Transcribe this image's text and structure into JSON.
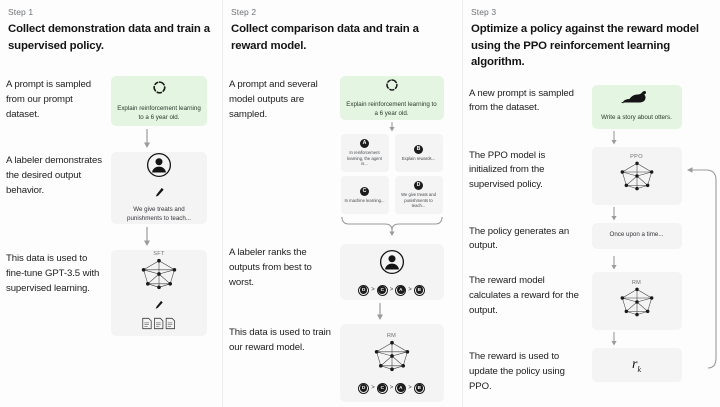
{
  "diagram": {
    "title": "Three-step RLHF training process",
    "accent_green": "#e4f5e2",
    "card_gray": "#f4f4f4",
    "text_color": "#1d1d1f"
  },
  "steps": [
    {
      "label": "Step 1",
      "title": "Collect demonstration data and train a supervised policy.",
      "rows": [
        {
          "caption": "A prompt is sampled from our prompt dataset.",
          "art": {
            "kind": "prompt-box",
            "icon": "dashed-circle-icon",
            "text": "Explain reinforcement learning to a 6 year old."
          }
        },
        {
          "caption": "A labeler demonstrates the desired output behavior.",
          "art": {
            "kind": "labeler-box",
            "icon": "person-circle-icon",
            "sub_icon": "pencil-icon",
            "text": "We give treats and punishments to teach..."
          }
        },
        {
          "caption": "This data is used to fine-tune GPT-3.5 with supervised learning.",
          "art": {
            "kind": "model-box",
            "model_label": "SFT",
            "icon": "neural-network-icon",
            "sub_icon": "pencil-icon",
            "docs_icon": "documents-icon"
          }
        }
      ]
    },
    {
      "label": "Step 2",
      "title": "Collect comparison data and train a reward model.",
      "rows": [
        {
          "caption": "A prompt and several model outputs are sampled.",
          "art": {
            "kind": "prompt-box",
            "icon": "dashed-circle-icon",
            "text": "Explain reinforcement learning to a 6 year old.",
            "outputs": [
              {
                "badge": "A",
                "text": "In reinforcement learning, the agent is..."
              },
              {
                "badge": "B",
                "text": "Explain rewards..."
              },
              {
                "badge": "C",
                "text": "In machine learning..."
              },
              {
                "badge": "D",
                "text": "We give treats and punishments to teach..."
              }
            ]
          }
        },
        {
          "caption": "A labeler ranks the outputs from best to worst.",
          "art": {
            "kind": "ranking-box",
            "icon": "person-circle-icon",
            "ranking": [
              "D",
              "C",
              "A",
              "B"
            ],
            "separator": ">"
          }
        },
        {
          "caption": "This data is used to train our reward model.",
          "art": {
            "kind": "model-box",
            "model_label": "RM",
            "icon": "neural-network-icon",
            "ranking": [
              "D",
              "C",
              "A",
              "B"
            ],
            "separator": ">"
          }
        }
      ]
    },
    {
      "label": "Step 3",
      "title": "Optimize a policy against the reward model using the PPO reinforcement learning algorithm.",
      "rows": [
        {
          "caption": "A new prompt is sampled from the dataset.",
          "art": {
            "kind": "prompt-box",
            "icon": "otter-icon",
            "text": "Write a story about otters."
          }
        },
        {
          "caption": "The PPO model is initialized from the supervised policy.",
          "art": {
            "kind": "model-box",
            "model_label": "PPO",
            "icon": "neural-network-icon"
          }
        },
        {
          "caption": "The policy generates an output.",
          "art": {
            "kind": "output-box",
            "text": "Once upon a time..."
          }
        },
        {
          "caption": "The reward model calculates a reward for the output.",
          "art": {
            "kind": "model-box",
            "model_label": "RM",
            "icon": "neural-network-icon"
          }
        },
        {
          "caption": "The reward is used to update the policy using PPO.",
          "art": {
            "kind": "reward-box",
            "symbol": "r",
            "subscript": "k"
          }
        }
      ]
    }
  ]
}
